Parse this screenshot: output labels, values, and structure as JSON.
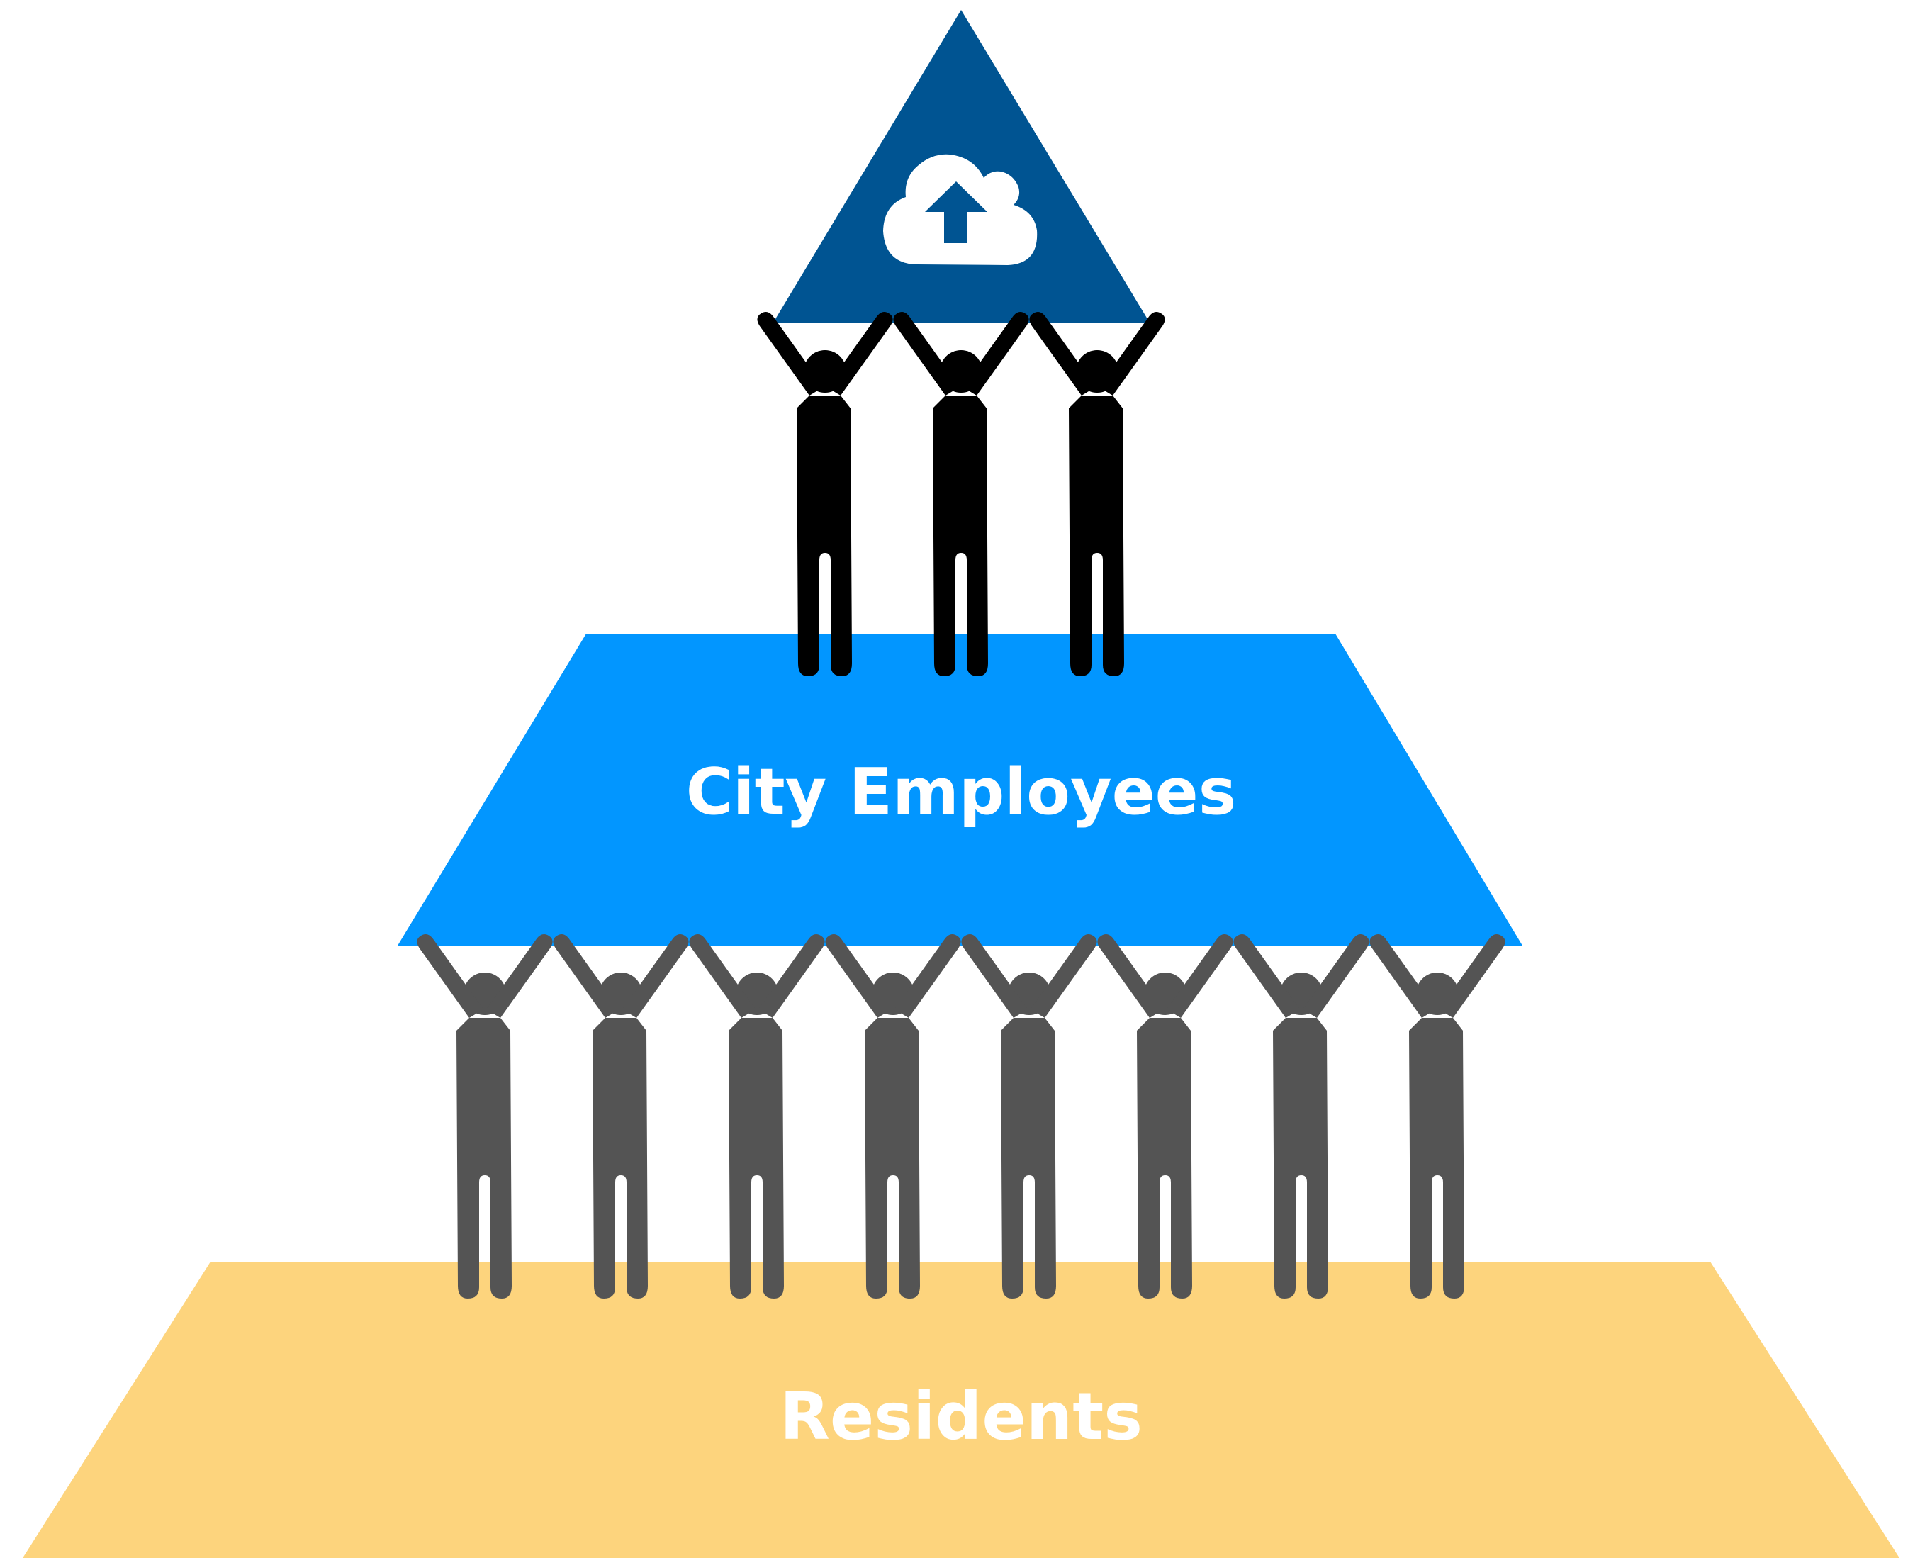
{
  "tiers": {
    "top": {
      "icon": "cloud-upload-icon",
      "color": "#005492"
    },
    "middle": {
      "label": "City Employees",
      "color": "#0296FF"
    },
    "bottom": {
      "label": "Residents",
      "color": "#FDD47D"
    }
  },
  "figures": {
    "upper_row": {
      "count": 3,
      "color": "#000000",
      "icon": "person-arms-raised-icon"
    },
    "lower_row": {
      "count": 8,
      "color": "#545454",
      "icon": "person-arms-raised-icon"
    }
  }
}
